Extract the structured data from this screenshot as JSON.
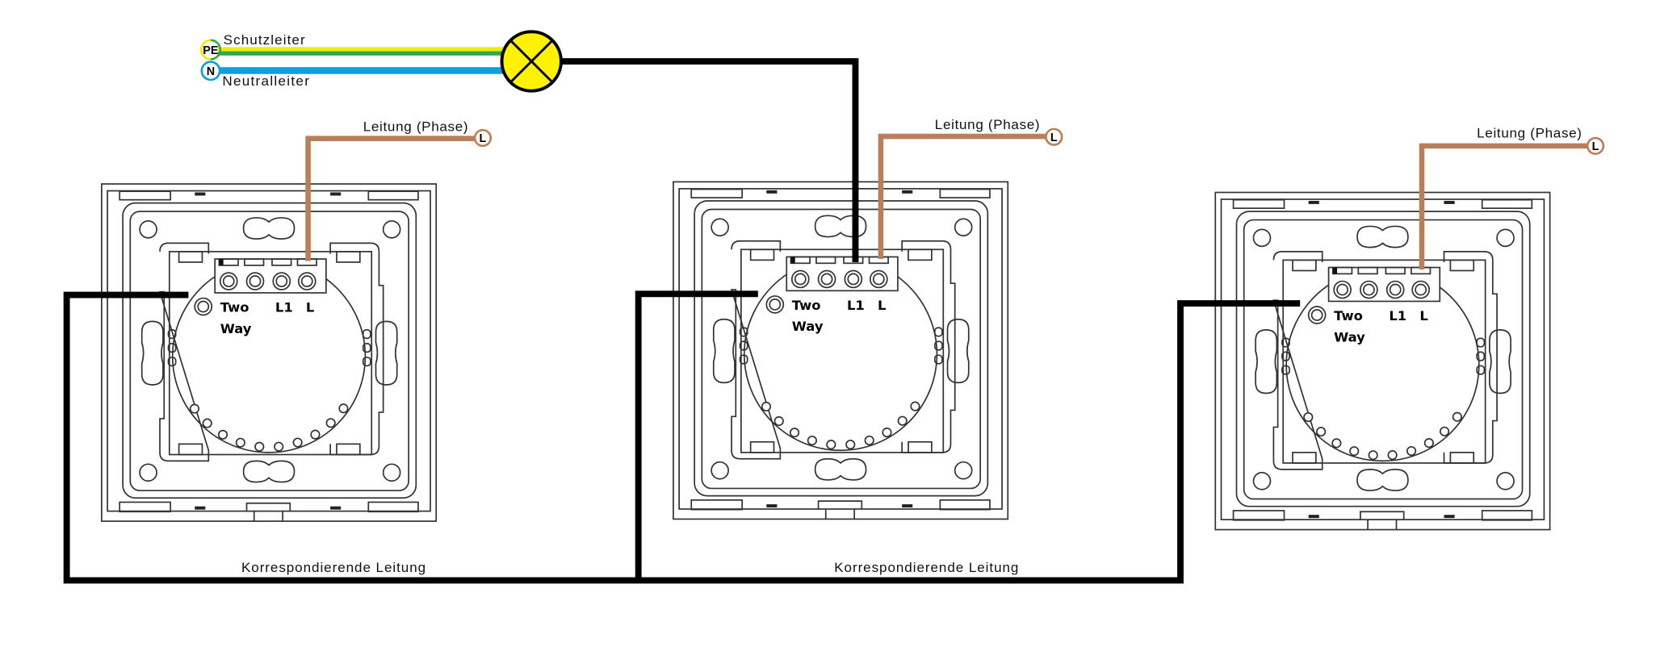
{
  "conductors": {
    "pe": {
      "symbol": "PE",
      "label": "Schutzleiter",
      "colors": [
        "#f2ea00",
        "#2fa84f"
      ]
    },
    "n": {
      "symbol": "N",
      "label": "Neutralleiter",
      "color": "#0d9ee0"
    },
    "phase_color": "#b97f5a",
    "wire_color": "#000000",
    "lamp_color": "#fff200"
  },
  "switches": [
    {
      "phase_label": "Leitung (Phase)",
      "phase_symbol": "L",
      "terminals": {
        "two": "Two",
        "way": "Way",
        "l1": "L1",
        "l": "L"
      }
    },
    {
      "phase_label": "Leitung (Phase)",
      "phase_symbol": "L",
      "terminals": {
        "two": "Two",
        "way": "Way",
        "l1": "L1",
        "l": "L"
      }
    },
    {
      "phase_label": "Leitung (Phase)",
      "phase_symbol": "L",
      "terminals": {
        "two": "Two",
        "way": "Way",
        "l1": "L1",
        "l": "L"
      }
    }
  ],
  "traveler_labels": [
    "Korrespondierende Leitung",
    "Korrespondierende Leitung"
  ]
}
